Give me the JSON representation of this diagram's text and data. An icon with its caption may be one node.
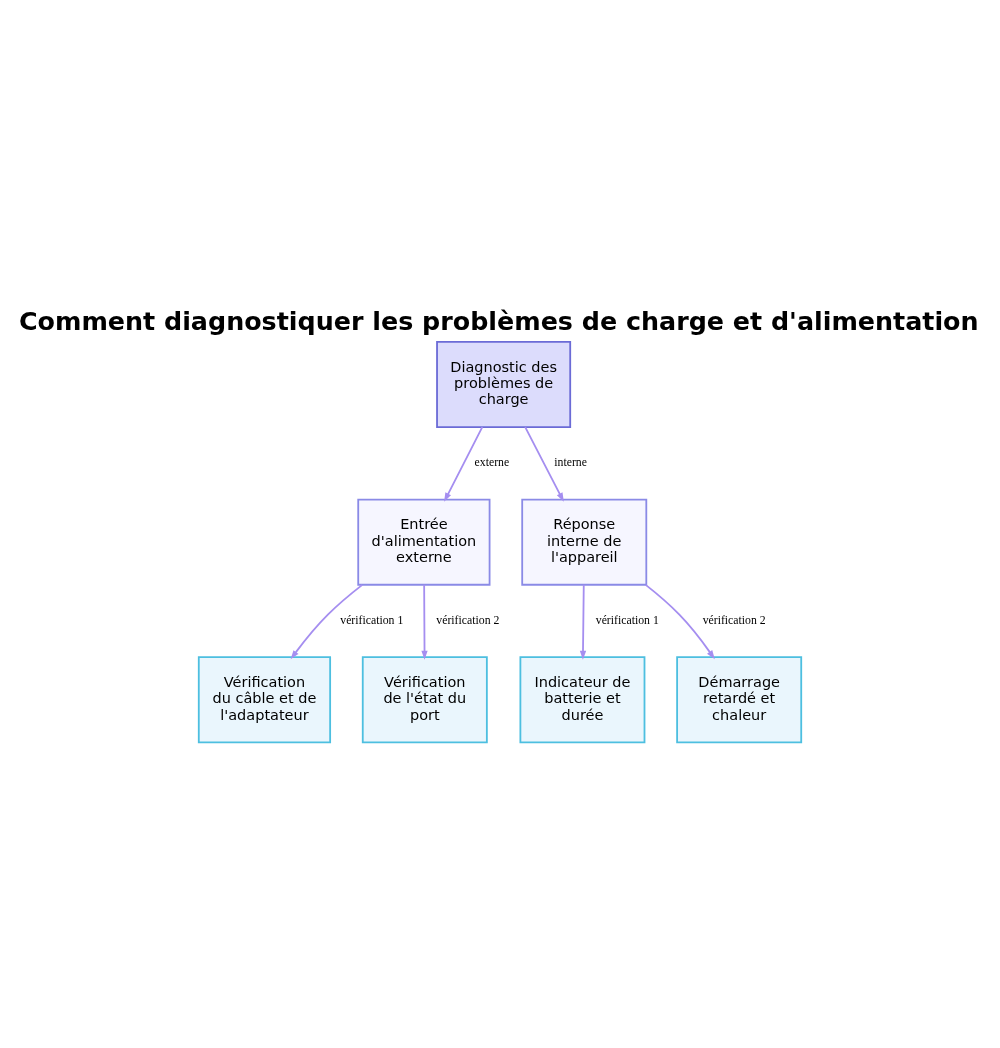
{
  "diagram": {
    "title": "Comment diagnostiquer les problèmes de charge et d'alimentation",
    "nodes": [
      {
        "text": [
          "Diagnostic des problèmes de charge"
        ]
      },
      {
        "text": [
          "Entrée d'alimentation externe"
        ]
      },
      {
        "text": [
          "Réponse interne de l'appareil"
        ]
      },
      {
        "text": [
          "Vérification du câble et de l'adaptateur"
        ]
      },
      {
        "text": [
          "Vérification de l'état du port"
        ]
      },
      {
        "text": [
          "Indicateur de batterie et durée"
        ]
      },
      {
        "text": [
          "Démarrage retardé et chaleur"
        ]
      }
    ],
    "edges": [
      {
        "from": 0,
        "to": 1,
        "arrow": "to",
        "label": "externe"
      },
      {
        "from": 0,
        "to": 2,
        "arrow": "to",
        "label": "interne"
      },
      {
        "from": 1,
        "to": 3,
        "arrow": "to",
        "label": "vérification 1"
      },
      {
        "from": 1,
        "to": 4,
        "arrow": "to",
        "label": "vérification 2"
      },
      {
        "from": 2,
        "to": 5,
        "arrow": "to",
        "label": "vérification 1"
      },
      {
        "from": 2,
        "to": 6,
        "arrow": "to",
        "label": "vérification 2"
      }
    ]
  }
}
